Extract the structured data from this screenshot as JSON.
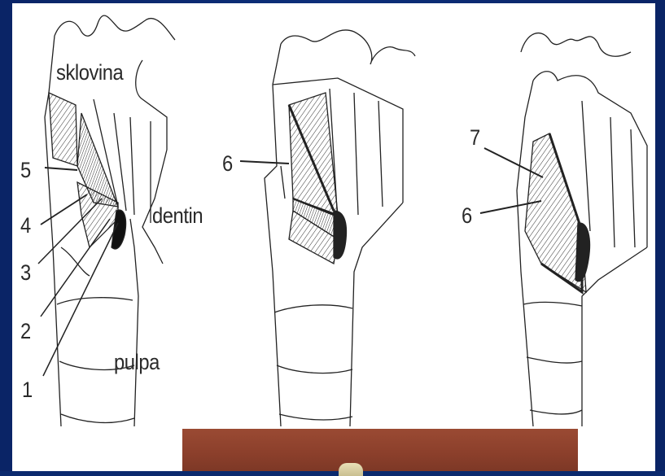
{
  "labels": {
    "sklovina": "sklovina",
    "dentin": "dentin",
    "pulpa": "pulpa",
    "n1": "1",
    "n2": "2",
    "n3": "3",
    "n4": "4",
    "n5": "5",
    "n6a": "6",
    "n6b": "6",
    "n7": "7"
  },
  "colors": {
    "background": "#0b2a6e",
    "panel": "#ffffff",
    "line": "#222222",
    "photo": "#8b3f2b"
  }
}
